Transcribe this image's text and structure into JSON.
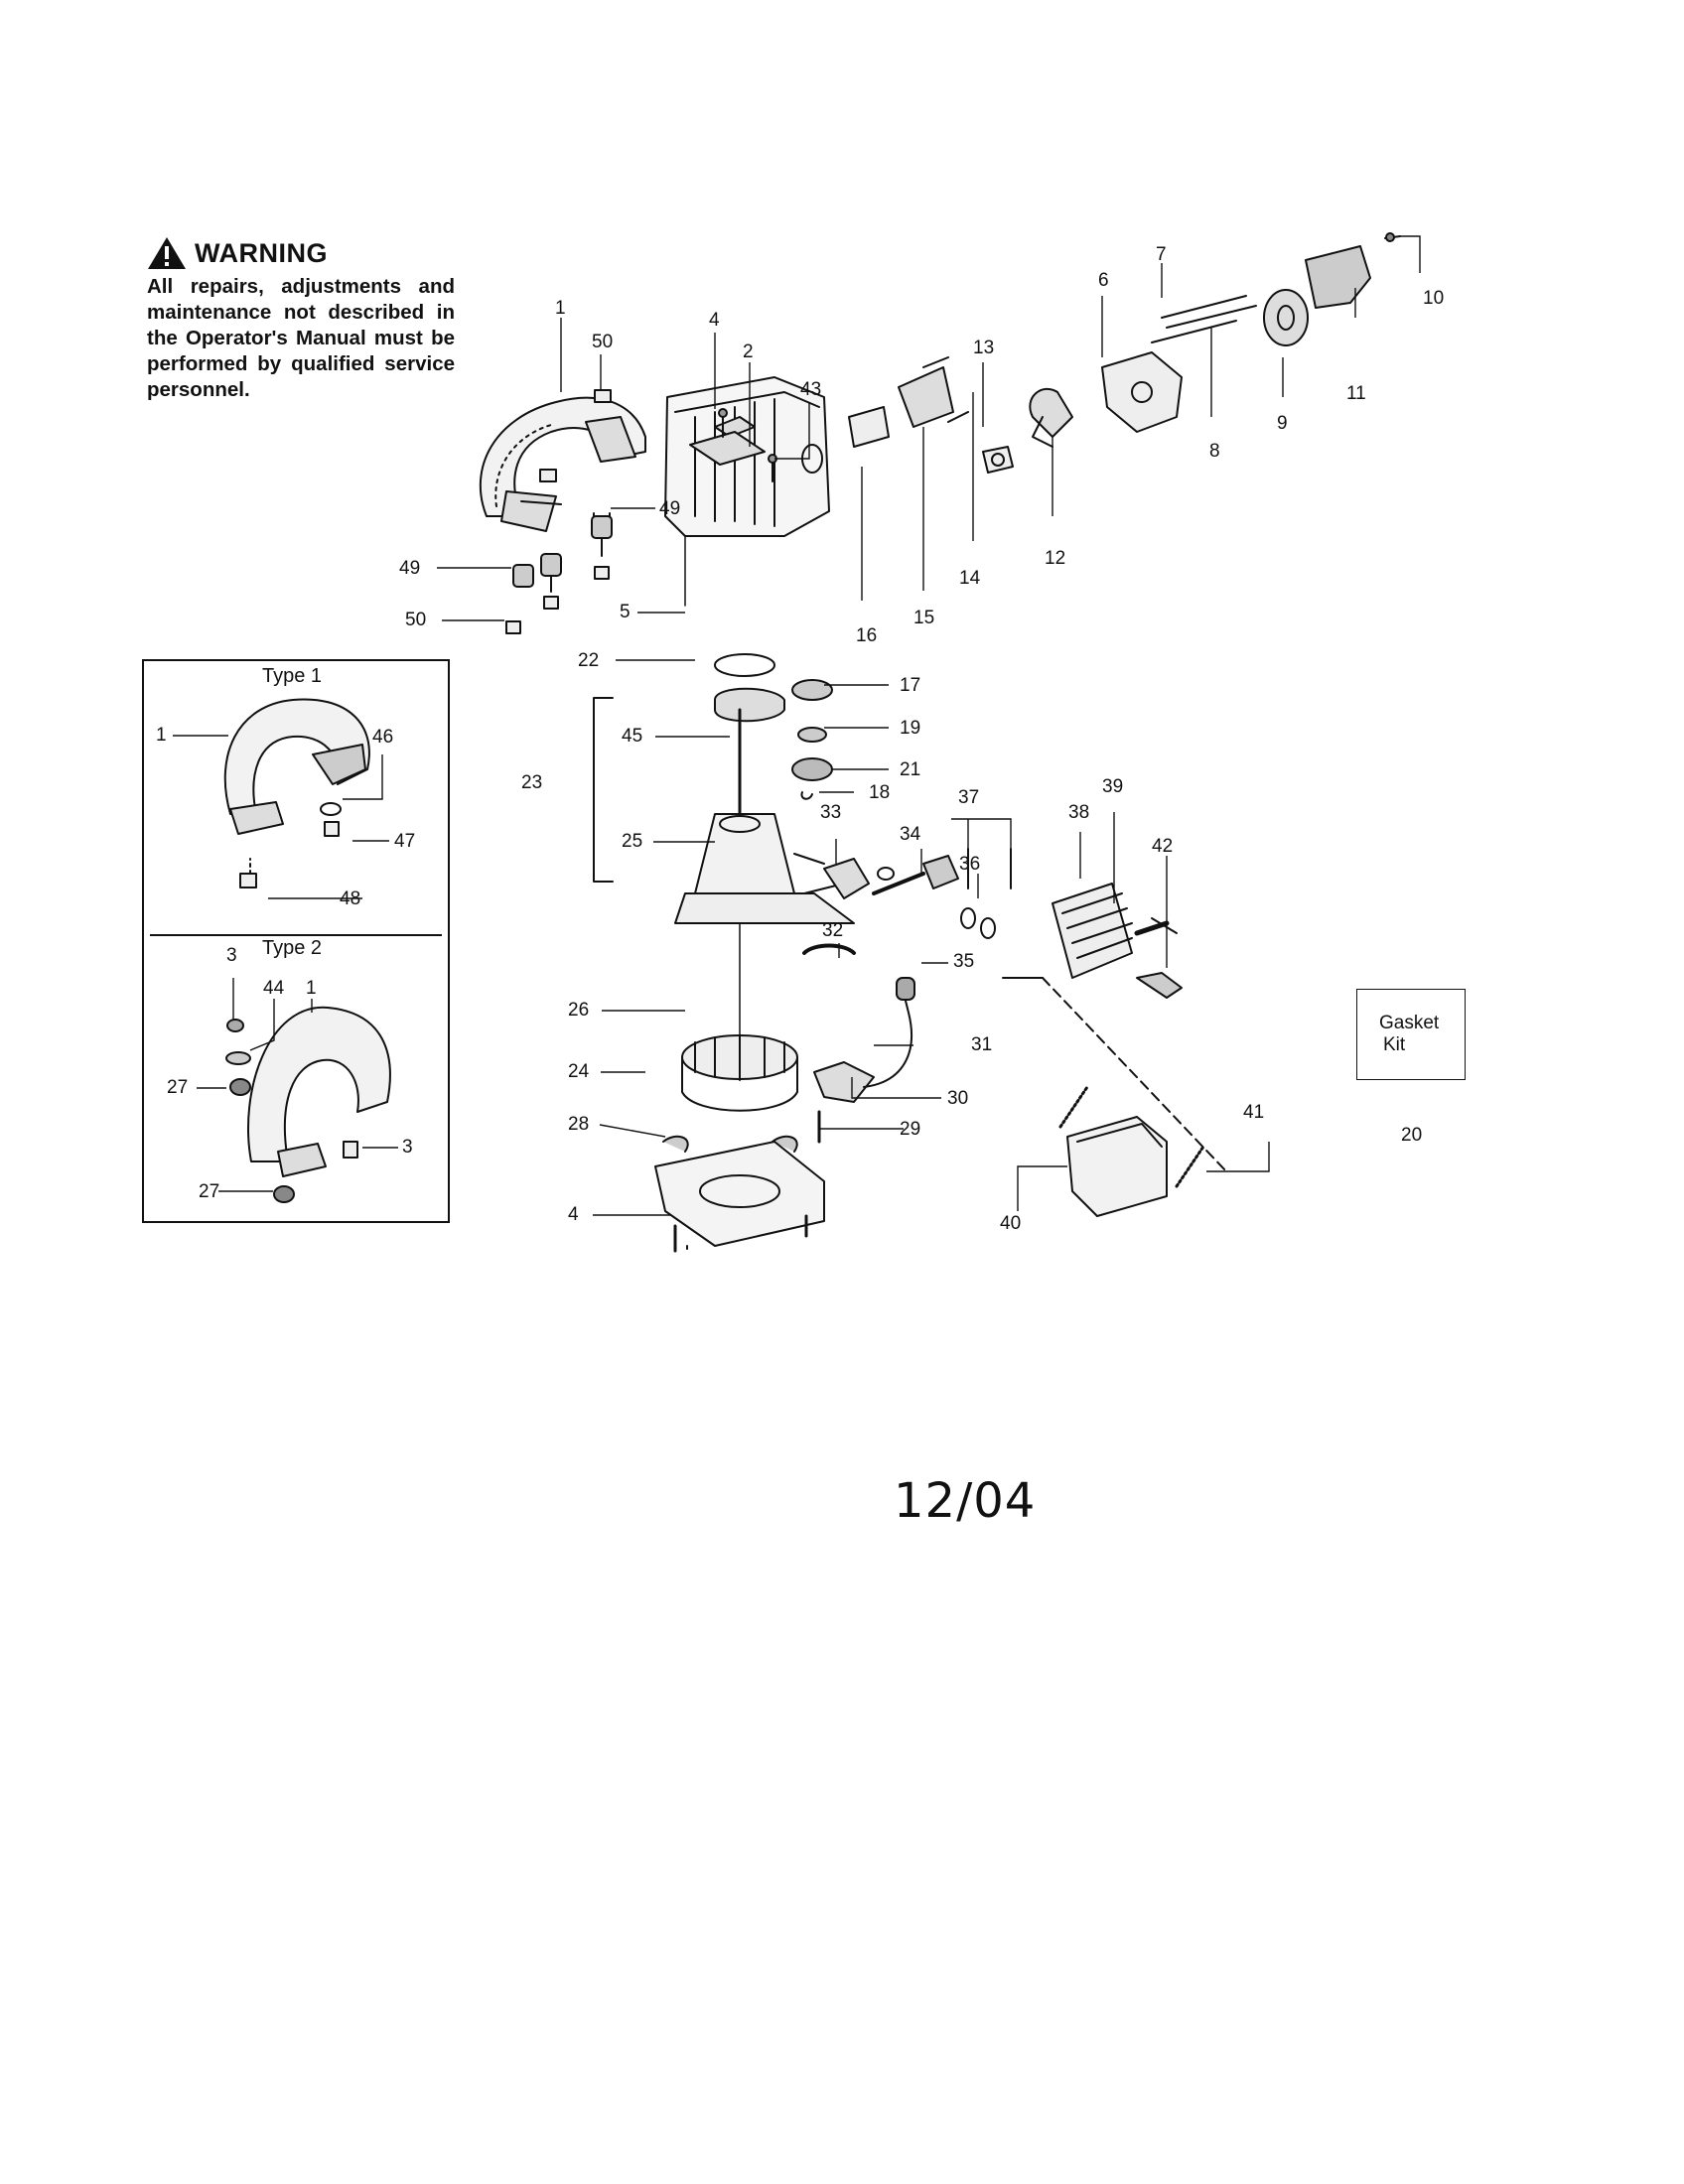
{
  "warning": {
    "title": "WARNING",
    "text": "All repairs, adjustments and maintenance not described in the Operator's Manual must be performed by qualified service personnel."
  },
  "inset": {
    "type1_label": "Type 1",
    "type2_label": "Type 2"
  },
  "gasket_kit": {
    "line1": "Gasket",
    "line2": "Kit",
    "number": "20"
  },
  "callouts": [
    {
      "id": "c1",
      "text": "1"
    },
    {
      "id": "c50a",
      "text": "50"
    },
    {
      "id": "c4a",
      "text": "4"
    },
    {
      "id": "c2",
      "text": "2"
    },
    {
      "id": "c43",
      "text": "43"
    },
    {
      "id": "c49a",
      "text": "49"
    },
    {
      "id": "c49b",
      "text": "49"
    },
    {
      "id": "c50b",
      "text": "50"
    },
    {
      "id": "c5",
      "text": "5"
    },
    {
      "id": "c13",
      "text": "13"
    },
    {
      "id": "c6",
      "text": "6"
    },
    {
      "id": "c7",
      "text": "7"
    },
    {
      "id": "c10",
      "text": "10"
    },
    {
      "id": "c11",
      "text": "11"
    },
    {
      "id": "c9",
      "text": "9"
    },
    {
      "id": "c8",
      "text": "8"
    },
    {
      "id": "c12",
      "text": "12"
    },
    {
      "id": "c14",
      "text": "14"
    },
    {
      "id": "c15",
      "text": "15"
    },
    {
      "id": "c16",
      "text": "16"
    },
    {
      "id": "c22",
      "text": "22"
    },
    {
      "id": "c17",
      "text": "17"
    },
    {
      "id": "c19",
      "text": "19"
    },
    {
      "id": "c21",
      "text": "21"
    },
    {
      "id": "c18",
      "text": "18"
    },
    {
      "id": "c45",
      "text": "45"
    },
    {
      "id": "c23",
      "text": "23"
    },
    {
      "id": "c25",
      "text": "25"
    },
    {
      "id": "c33",
      "text": "33"
    },
    {
      "id": "c34",
      "text": "34"
    },
    {
      "id": "c37",
      "text": "37"
    },
    {
      "id": "c36",
      "text": "36"
    },
    {
      "id": "c38",
      "text": "38"
    },
    {
      "id": "c39",
      "text": "39"
    },
    {
      "id": "c42",
      "text": "42"
    },
    {
      "id": "c32",
      "text": "32"
    },
    {
      "id": "c35",
      "text": "35"
    },
    {
      "id": "c26",
      "text": "26"
    },
    {
      "id": "c31",
      "text": "31"
    },
    {
      "id": "c24",
      "text": "24"
    },
    {
      "id": "c30",
      "text": "30"
    },
    {
      "id": "c28",
      "text": "28"
    },
    {
      "id": "c29",
      "text": "29"
    },
    {
      "id": "c41",
      "text": "41"
    },
    {
      "id": "c40",
      "text": "40"
    },
    {
      "id": "c4b",
      "text": "4"
    },
    {
      "id": "t1_1",
      "text": "1"
    },
    {
      "id": "t1_46",
      "text": "46"
    },
    {
      "id": "t1_47",
      "text": "47"
    },
    {
      "id": "t1_48",
      "text": "48"
    },
    {
      "id": "t2_3a",
      "text": "3"
    },
    {
      "id": "t2_44",
      "text": "44"
    },
    {
      "id": "t2_1",
      "text": "1"
    },
    {
      "id": "t2_27a",
      "text": "27"
    },
    {
      "id": "t2_3b",
      "text": "3"
    },
    {
      "id": "t2_27b",
      "text": "27"
    }
  ],
  "date_stamp": "12/04"
}
